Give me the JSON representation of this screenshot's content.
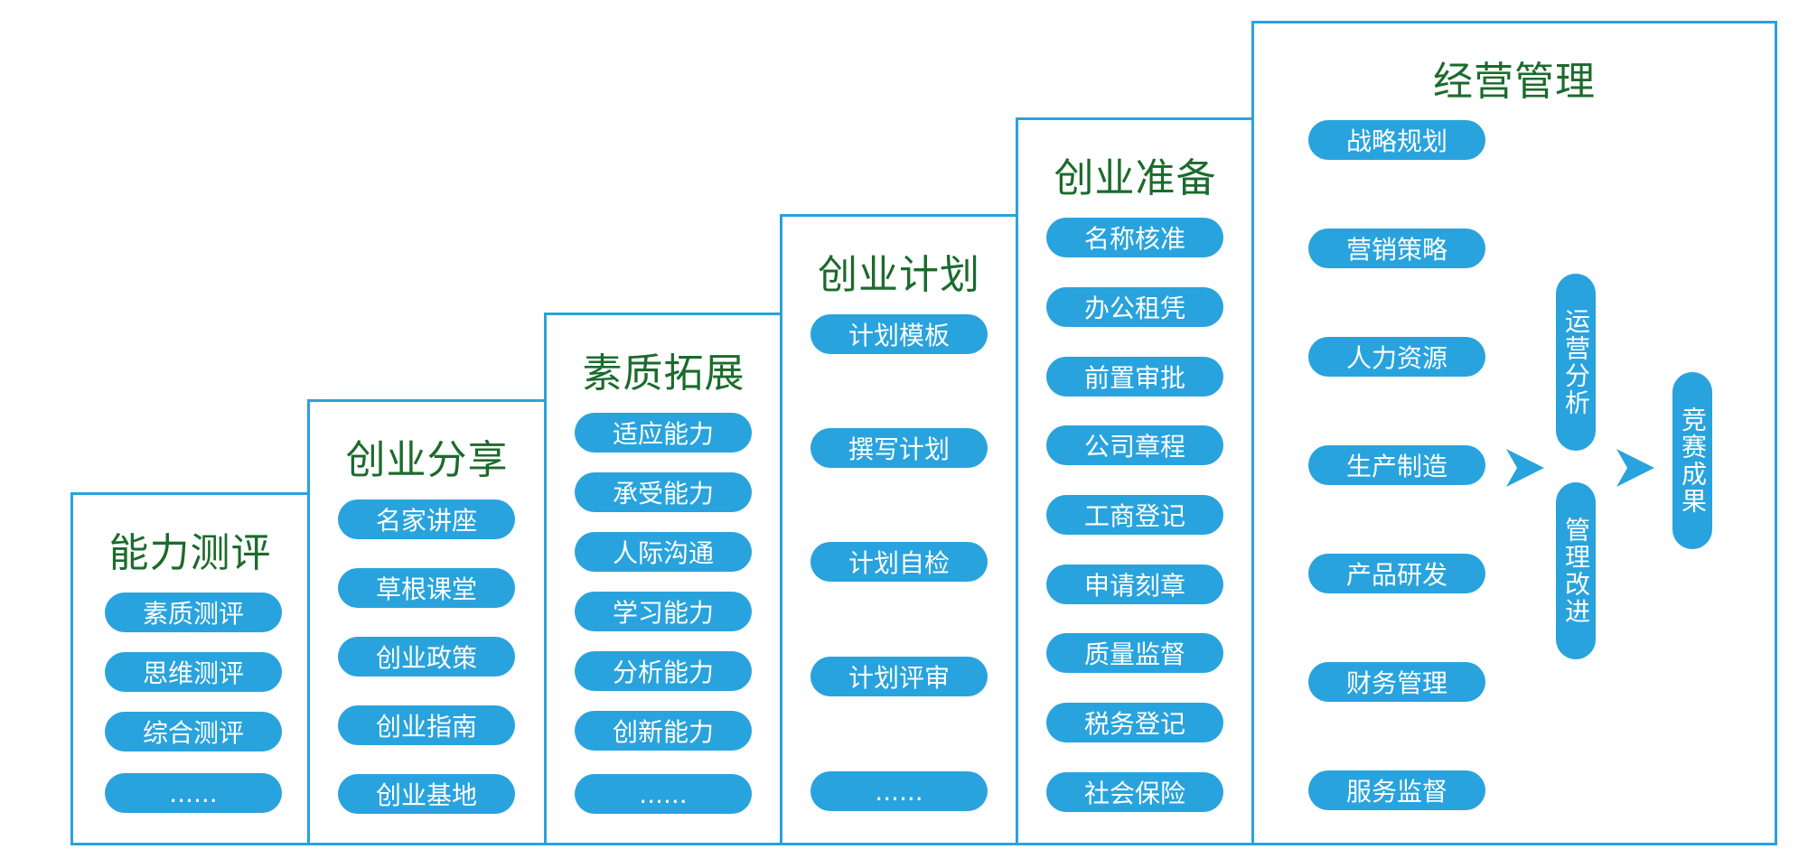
{
  "columns": [
    {
      "title": "能力测评",
      "items": [
        "素质测评",
        "思维测评",
        "综合测评",
        "......"
      ]
    },
    {
      "title": "创业分享",
      "items": [
        "名家讲座",
        "草根课堂",
        "创业政策",
        "创业指南",
        "创业基地"
      ]
    },
    {
      "title": "素质拓展",
      "items": [
        "适应能力",
        "承受能力",
        "人际沟通",
        "学习能力",
        "分析能力",
        "创新能力",
        "......"
      ]
    },
    {
      "title": "创业计划",
      "items": [
        "计划模板",
        "撰写计划",
        "计划自检",
        "计划评审",
        "......"
      ]
    },
    {
      "title": "创业准备",
      "items": [
        "名称核准",
        "办公租凭",
        "前置审批",
        "公司章程",
        "工商登记",
        "申请刻章",
        "质量监督",
        "税务登记",
        "社会保险"
      ]
    },
    {
      "title": "经营管理",
      "items": [
        "战略规划",
        "营销策略",
        "人力资源",
        "生产制造",
        "产品研发",
        "财务管理",
        "服务监督"
      ]
    }
  ],
  "flow": {
    "middle": [
      "运营分析",
      "管理改进"
    ],
    "result": "竞赛成果"
  },
  "colors": {
    "accent": "#29a3dd",
    "title": "#1b6b2c"
  }
}
